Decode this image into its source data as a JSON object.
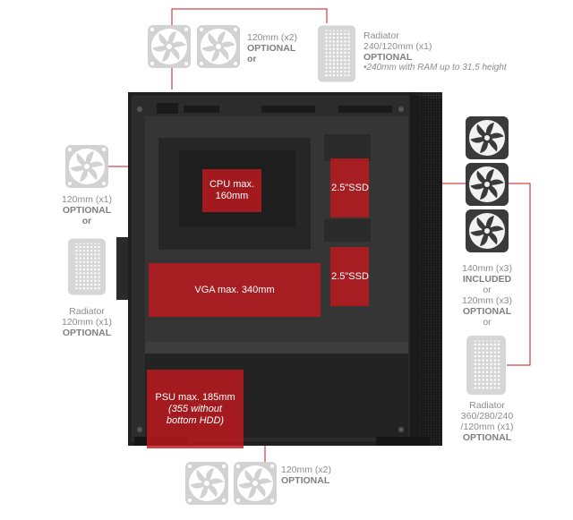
{
  "colors": {
    "accent": "#c0191f",
    "label": "#8a8a8a",
    "fan": "#cfcfcf",
    "case": "#2a2a2a"
  },
  "icons": [
    "fan-icon",
    "radiator-icon"
  ],
  "top": {
    "fans_label": [
      "120mm (x2)",
      "OPTIONAL",
      "or"
    ],
    "radiator_label": [
      "Radiator",
      "240/120mm (x1)",
      "OPTIONAL",
      "•240mm with RAM up to 31,5 height"
    ]
  },
  "rear": {
    "fan_label": [
      "120mm (x1)",
      "OPTIONAL",
      "or"
    ],
    "radiator_label": [
      "Radiator",
      "120mm (x1)",
      "OPTIONAL"
    ]
  },
  "front": {
    "fans_label": [
      "140mm (x3)",
      "INCLUDED",
      "or",
      "120mm (x3)",
      "OPTIONAL",
      "or"
    ],
    "radiator_label": [
      "Radiator",
      "360/280/240",
      "/120mm (x1)",
      "OPTIONAL"
    ]
  },
  "bottom": {
    "fans_label": [
      "120mm (x2)",
      "OPTIONAL"
    ]
  },
  "zones": {
    "cpu": [
      "CPU max.",
      "160mm"
    ],
    "ssd_top": "2.5\"SSD",
    "ssd_bottom": "2.5\"SSD",
    "vga": "VGA max. 340mm",
    "psu": [
      "PSU max. 185mm",
      "(355 without",
      "bottom HDD)"
    ]
  }
}
